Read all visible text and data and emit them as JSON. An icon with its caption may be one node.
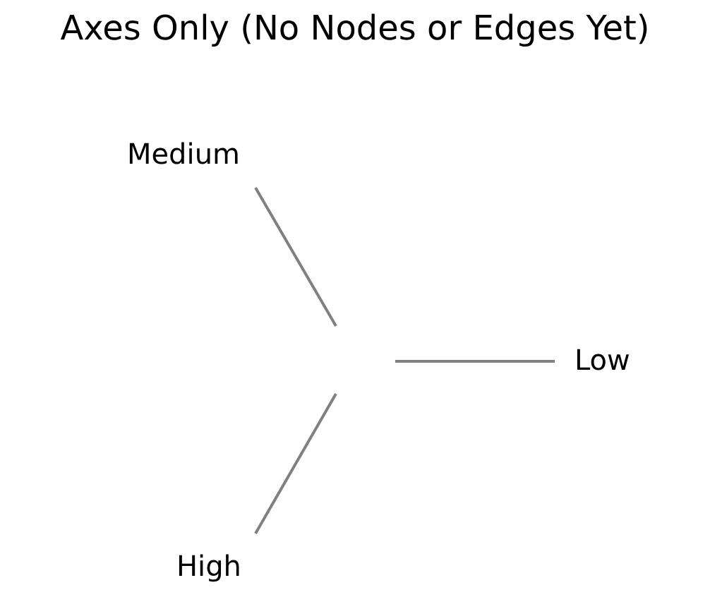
{
  "diagram": {
    "title": "Axes Only (No Nodes or Edges Yet)",
    "labels": [
      "Medium",
      "Low",
      "High"
    ]
  }
}
